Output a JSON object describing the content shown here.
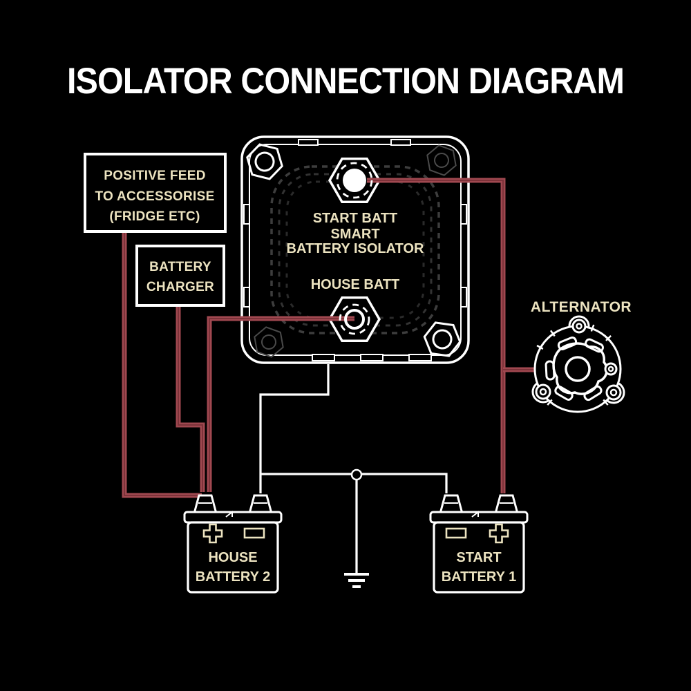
{
  "title": "ISOLATOR CONNECTION DIAGRAM",
  "colors": {
    "background": "#000000",
    "line_white": "#ffffff",
    "label_cream": "#ece3c0",
    "wire_red": "#a04850",
    "wire_red_core": "#7d333a",
    "texture_gray": "#3a3a3a"
  },
  "boxes": {
    "positive_feed": {
      "lines": [
        "POSITIVE FEED",
        "TO ACCESSORISE",
        "(FRIDGE ETC)"
      ]
    },
    "battery_charger": {
      "lines": [
        "BATTERY",
        "CHARGER"
      ]
    }
  },
  "isolator": {
    "labels": {
      "terminal_top": "START BATT",
      "brand_line1": "SMART",
      "brand_line2": "BATTERY ISOLATOR",
      "terminal_bottom": "HOUSE BATT"
    }
  },
  "alternator": {
    "label": "ALTERNATOR"
  },
  "batteries": {
    "house": {
      "lines": [
        "HOUSE",
        "BATTERY 2"
      ],
      "polarity_left": "+",
      "polarity_right": "-"
    },
    "start": {
      "lines": [
        "START",
        "BATTERY 1"
      ],
      "polarity_left": "-",
      "polarity_right": "+"
    }
  },
  "icons": {
    "ground": "earth-ground-symbol",
    "plus": "+",
    "minus": "-"
  }
}
